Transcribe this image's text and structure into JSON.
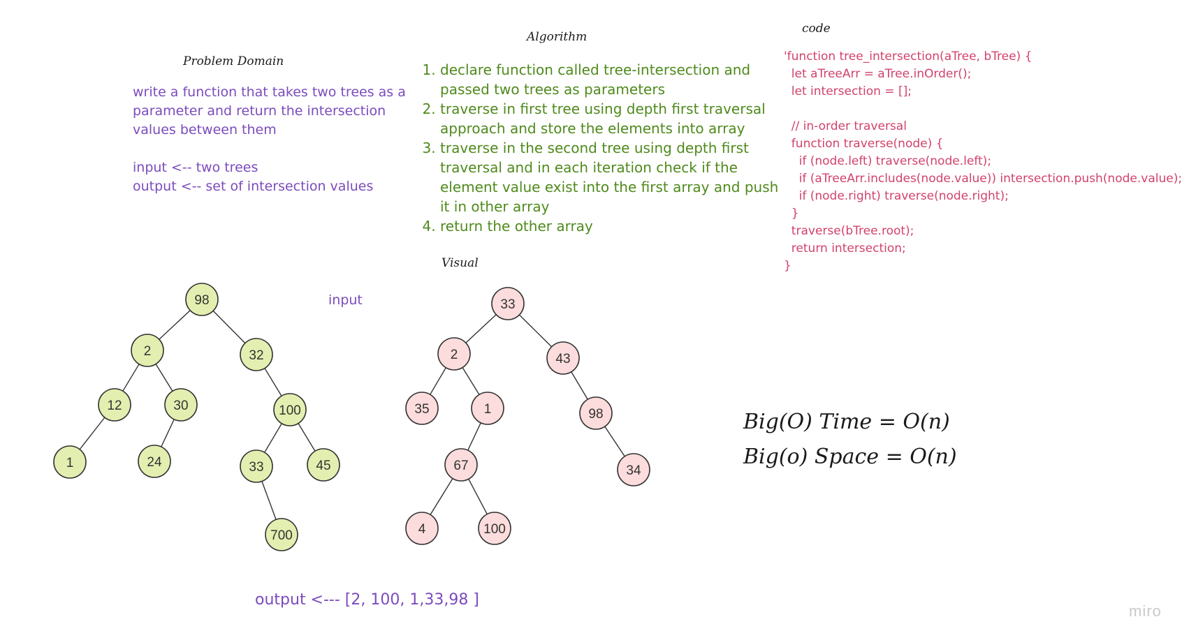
{
  "headings": {
    "problem_domain": "Problem Domain",
    "algorithm": "Algorithm",
    "code": "code",
    "visual": "Visual"
  },
  "problem_domain": {
    "lines": [
      "write a function that takes two trees as a",
      "parameter and return the intersection",
      "values between them"
    ],
    "input": "input <-- two trees",
    "output": "output <-- set of intersection values"
  },
  "algorithm_steps": [
    "declare function called tree-intersection and passed two trees as parameters",
    "traverse in first tree using depth first traversal approach and store the elements into array",
    "traverse in the second tree using depth first traversal and in each iteration check if the element value exist into the first array and push it in other array",
    "return the other array"
  ],
  "code_lines": [
    "'function tree_intersection(aTree, bTree) {",
    "  let aTreeArr = aTree.inOrder();",
    "  let intersection = [];",
    "",
    "  // in-order traversal",
    "  function traverse(node) {",
    "    if (node.left) traverse(node.left);",
    "    if (aTreeArr.includes(node.value)) intersection.push(node.value);",
    "    if (node.right) traverse(node.right);",
    "  }",
    "  traverse(bTree.root);",
    "  return intersection;",
    "}"
  ],
  "complexity": {
    "time": "Big(O) Time = O(n)",
    "space": "Big(o) Space = O(n)"
  },
  "labels": {
    "input": "input",
    "output": "output <--- [2, 100, 1,33,98 ]"
  },
  "logo": "miro",
  "colors": {
    "tree_a_fill": "#e3efb0",
    "tree_b_fill": "#fcdcdc",
    "node_stroke": "#333333",
    "problem_text": "#7b4bbd",
    "algorithm_text": "#4f8a1c",
    "code_text": "#d1426b"
  },
  "trees": {
    "tree_a": {
      "nodes": [
        {
          "id": "a98",
          "label": "98"
        },
        {
          "id": "a2",
          "label": "2"
        },
        {
          "id": "a32",
          "label": "32"
        },
        {
          "id": "a12",
          "label": "12"
        },
        {
          "id": "a30",
          "label": "30"
        },
        {
          "id": "a100",
          "label": "100"
        },
        {
          "id": "a1",
          "label": "1"
        },
        {
          "id": "a24",
          "label": "24"
        },
        {
          "id": "a33",
          "label": "33"
        },
        {
          "id": "a45",
          "label": "45"
        },
        {
          "id": "a700",
          "label": "700"
        }
      ],
      "edges": [
        [
          "a98",
          "a2"
        ],
        [
          "a98",
          "a32"
        ],
        [
          "a2",
          "a12"
        ],
        [
          "a2",
          "a30"
        ],
        [
          "a12",
          "a1"
        ],
        [
          "a30",
          "a24"
        ],
        [
          "a32",
          "a100"
        ],
        [
          "a100",
          "a33"
        ],
        [
          "a100",
          "a45"
        ],
        [
          "a33",
          "a700"
        ]
      ]
    },
    "tree_b": {
      "nodes": [
        {
          "id": "b33",
          "label": "33"
        },
        {
          "id": "b2",
          "label": "2"
        },
        {
          "id": "b43",
          "label": "43"
        },
        {
          "id": "b35",
          "label": "35"
        },
        {
          "id": "b1",
          "label": "1"
        },
        {
          "id": "b98",
          "label": "98"
        },
        {
          "id": "b67",
          "label": "67"
        },
        {
          "id": "b34",
          "label": "34"
        },
        {
          "id": "b4",
          "label": "4"
        },
        {
          "id": "b100",
          "label": "100"
        }
      ],
      "edges": [
        [
          "b33",
          "b2"
        ],
        [
          "b33",
          "b43"
        ],
        [
          "b2",
          "b35"
        ],
        [
          "b2",
          "b1"
        ],
        [
          "b1",
          "b67"
        ],
        [
          "b67",
          "b4"
        ],
        [
          "b67",
          "b100"
        ],
        [
          "b43",
          "b98"
        ],
        [
          "b98",
          "b34"
        ]
      ]
    }
  }
}
